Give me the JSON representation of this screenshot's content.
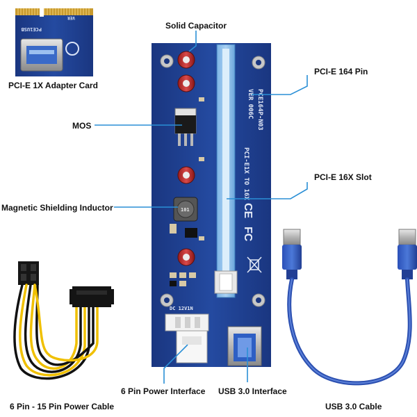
{
  "labels": {
    "adapter_card": "PCI-E 1X Adapter Card",
    "solid_capacitor": "Solid Capacitor",
    "pcie_164_pin": "PCI-E 164 Pin",
    "mos": "MOS",
    "pcie_16x_slot": "PCI-E 16X Slot",
    "inductor": "Magnetic Shielding Inductor",
    "power_interface": "6 Pin Power Interface",
    "usb_interface": "USB 3.0 Interface",
    "power_cable": "6 Pin - 15 Pin Power Cable",
    "usb_cable": "USB 3.0 Cable"
  },
  "board_text": {
    "model": "PCE164P-N03",
    "version": "VER 006C",
    "slot_desc": "PCI-E1X TO 16X",
    "power_label": "DC 12V1N",
    "ce_mark": "CE",
    "fc_mark": "FC",
    "inductor_code": "101",
    "card_model": "PCE1USB",
    "card_ver": "VER"
  },
  "colors": {
    "pcb_blue": "#1f3f8f",
    "slot_blue": "#5b9bd5",
    "callout_line": "#2a8fd6",
    "cable_blue": "#2b4fb0"
  }
}
